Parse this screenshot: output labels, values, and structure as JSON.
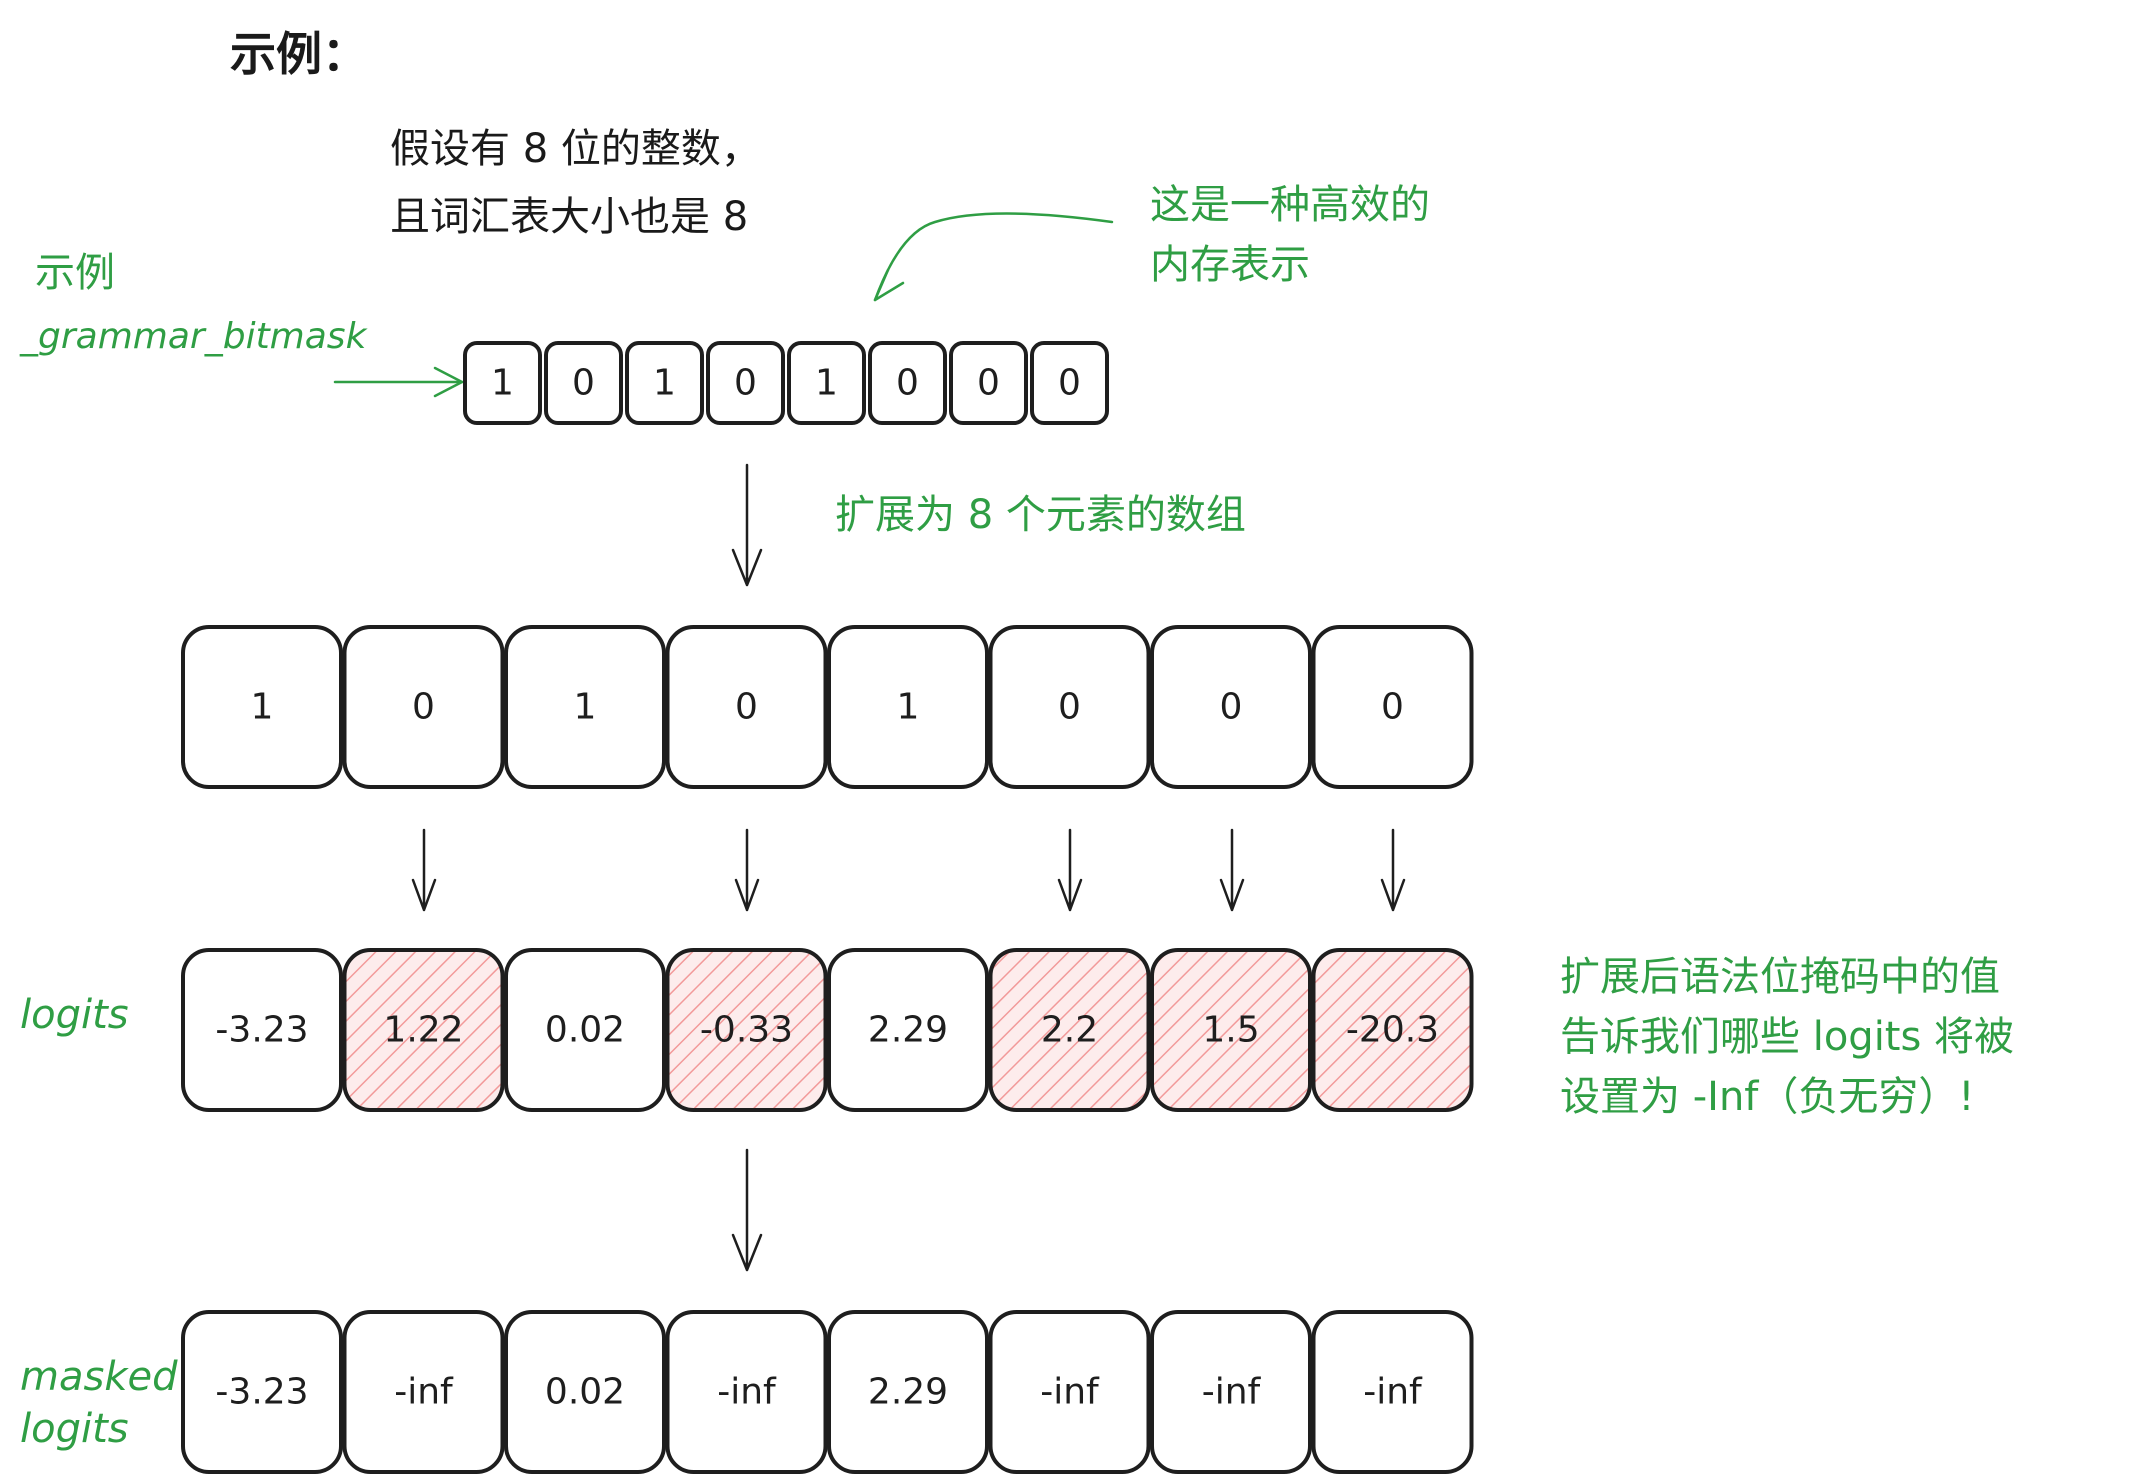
{
  "heading": "示例：",
  "intro": {
    "line1": "假设有 8 位的整数，",
    "line2": "且词汇表大小也是 8"
  },
  "notes": {
    "efficient_line1": "这是一种高效的",
    "efficient_line2": "内存表示",
    "expand": "扩展为 8 个元素的数组",
    "explain_line1": "扩展后语法位掩码中的值",
    "explain_line2": "告诉我们哪些 logits 将被",
    "explain_line3": "设置为 -Inf（负无穷）!"
  },
  "labels": {
    "example": "示例",
    "bitmask_name": "_grammar_bitmask",
    "logits": "logits",
    "masked_line1": "masked",
    "masked_line2": "logits"
  },
  "bitmask": [
    "1",
    "0",
    "1",
    "0",
    "1",
    "0",
    "0",
    "0"
  ],
  "expanded": [
    "1",
    "0",
    "1",
    "0",
    "1",
    "0",
    "0",
    "0"
  ],
  "logits": [
    "-3.23",
    "1.22",
    "0.02",
    "-0.33",
    "2.29",
    "2.2",
    "1.5",
    "-20.3"
  ],
  "masked_logits": [
    "-3.23",
    "-inf",
    "0.02",
    "-inf",
    "2.29",
    "-inf",
    "-inf",
    "-inf"
  ],
  "colors": {
    "accent_green": "#2f9e44",
    "mask_hatch": "#f29a9a",
    "mask_fill": "#fdecec",
    "ink": "#1e1e1e"
  }
}
